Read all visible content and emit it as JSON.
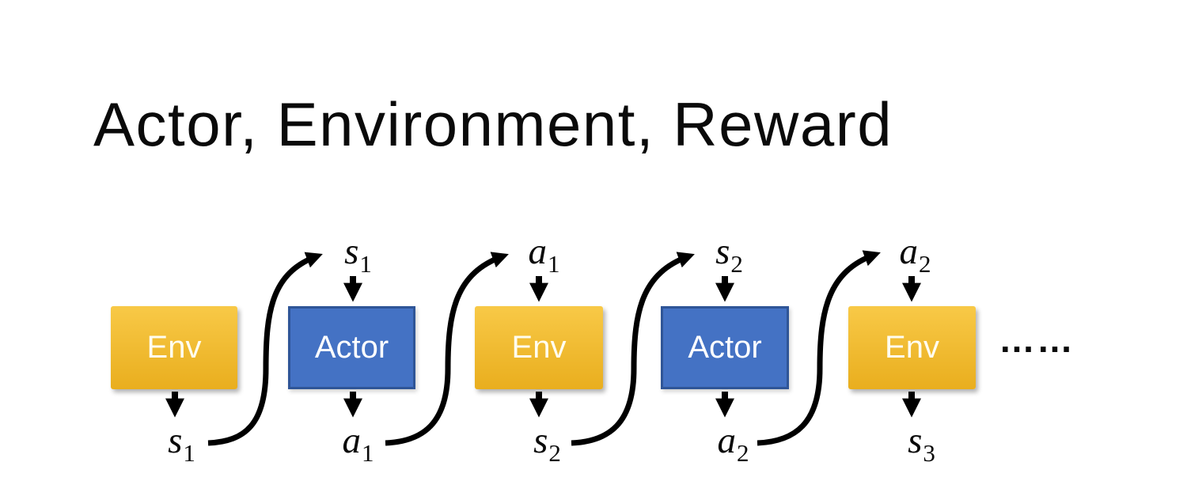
{
  "title": "Actor, Environment, Reward",
  "diagram": {
    "boxes": [
      {
        "label": "Env",
        "type": "env"
      },
      {
        "label": "Actor",
        "type": "actor"
      },
      {
        "label": "Env",
        "type": "env"
      },
      {
        "label": "Actor",
        "type": "actor"
      },
      {
        "label": "Env",
        "type": "env"
      }
    ],
    "top_labels": [
      {
        "base": "s",
        "sub": "1"
      },
      {
        "base": "a",
        "sub": "1"
      },
      {
        "base": "s",
        "sub": "2"
      },
      {
        "base": "a",
        "sub": "2"
      }
    ],
    "bottom_labels": [
      {
        "base": "s",
        "sub": "1"
      },
      {
        "base": "a",
        "sub": "1"
      },
      {
        "base": "s",
        "sub": "2"
      },
      {
        "base": "a",
        "sub": "2"
      },
      {
        "base": "s",
        "sub": "3"
      }
    ],
    "ellipsis": "……"
  },
  "colors": {
    "title": "#0a0a0a",
    "env-top": "#F8C947",
    "env-bottom": "#E9AE1E",
    "env-text": "#FFFDF0",
    "actor-fill": "#4472C4",
    "actor-border": "#2F5597",
    "actor-text": "#FFFFFF",
    "arrow": "#000000"
  }
}
